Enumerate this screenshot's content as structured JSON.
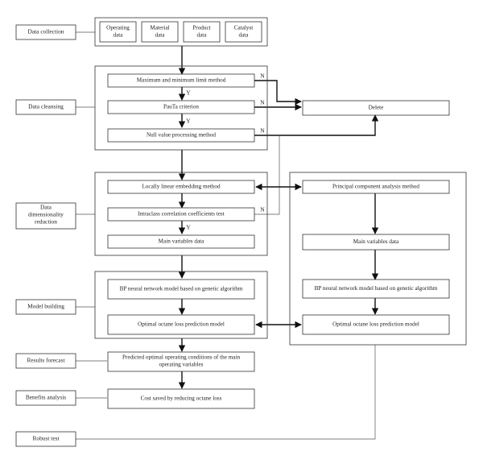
{
  "stages": {
    "data_collection": "Data collection",
    "data_cleansing": "Data cleansing",
    "data_dimensionality_reduction": [
      "Data",
      "dimensionality",
      "reduction"
    ],
    "model_building": "Model building",
    "results_forecast": "Results forecast",
    "benefits_analysis": "Benefits analysis",
    "robust_test": "Robust test"
  },
  "collection": {
    "operating": [
      "Operating",
      "data"
    ],
    "material": [
      "Material",
      "data"
    ],
    "product": [
      "Product",
      "data"
    ],
    "catalyst": [
      "Catalyst",
      "data"
    ]
  },
  "cleansing": {
    "max_min": "Maximum and minimum limit method",
    "pauta": "PauTa criterion",
    "null_value": "Null value processing method",
    "delete": "Delete"
  },
  "reduction": {
    "lle": "Locally linear embedding method",
    "icc": "Intraclass correlation coefficients test",
    "main_vars": "Main variables data"
  },
  "modeling": {
    "bp_ga": "BP neural network model based on genetic algorithm",
    "optimal_model": "Optimal octane loss prediction model"
  },
  "forecast": [
    "Predicted optimal operating conditions of the main",
    "operating variables"
  ],
  "benefits": "Cost saved by reducing octane loss",
  "robust": {
    "pca": "Principal component analysis method",
    "main_vars": "Main variables data",
    "bp_ga": "BP neural network model based on genetic algorithm",
    "optimal_model": "Optimal octane loss prediction model"
  },
  "decisions": {
    "yes": "Y",
    "no": "N"
  }
}
